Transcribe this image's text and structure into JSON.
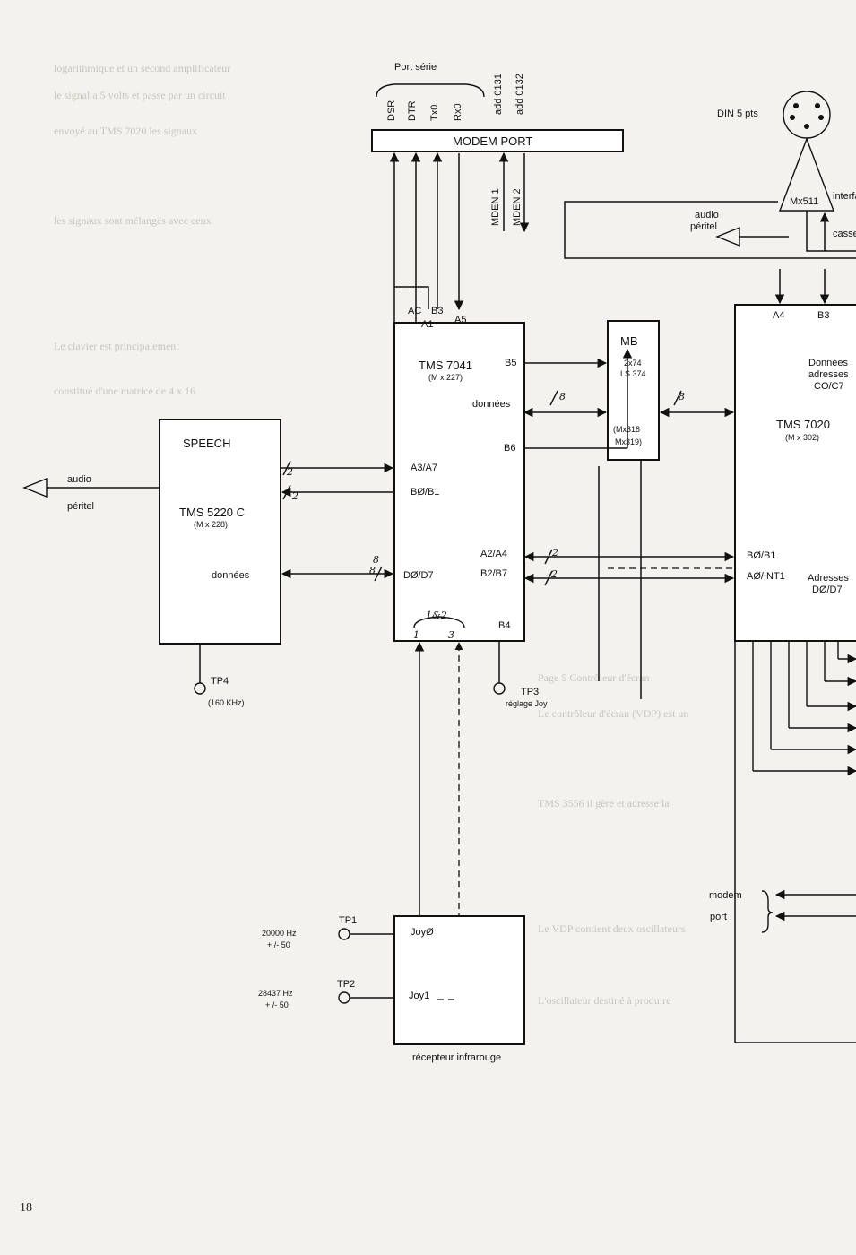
{
  "page_number": "18",
  "port_serie": {
    "title": "Port série",
    "pins": [
      "DSR",
      "DTR",
      "Tx0",
      "Rx0",
      "add 0131",
      "add 0132"
    ]
  },
  "modem_port": {
    "label": "MODEM PORT",
    "lines": [
      "MDEN 1",
      "MDEN 2"
    ]
  },
  "tms7041": {
    "name": "TMS 7041",
    "part": "(M x 227)",
    "pins": {
      "ac": "AC",
      "b3": "B3",
      "a1": "A1",
      "a5": "A5",
      "b5": "B5",
      "donnees": "données",
      "b6": "B6",
      "a3a7": "A3/A7",
      "b0b1": "BØ/B1",
      "a2a4": "A2/A4",
      "b2b7": "B2/B7",
      "d0d7": "DØ/D7",
      "b4": "B4"
    },
    "bus_notes": [
      "8",
      "8",
      "2",
      "2"
    ],
    "joy_bus": {
      "n": "1&2",
      "a": "1",
      "b": "3"
    }
  },
  "speech": {
    "label": "SPEECH",
    "chip": "TMS 5220 C",
    "part": "(M x 228)",
    "donnees": "données",
    "bus_notes": [
      "2",
      "2",
      "8"
    ]
  },
  "audio_left": {
    "audio": "audio",
    "peritel": "péritel"
  },
  "tp4": {
    "label": "TP4",
    "freq": "(160 KHz)"
  },
  "tp3": {
    "label": "TP3",
    "desc": "réglage Joy"
  },
  "mb": {
    "label": "MB",
    "chip1": "2x74",
    "chip2": "LS 374",
    "mx1": "(Mx318",
    "mx2": "Mx319)",
    "bus_note": "8"
  },
  "din": {
    "label": "DIN 5 pts"
  },
  "mx511": {
    "label": "Mx511",
    "interface": "interfa",
    "cassette": "casset"
  },
  "audio_right": {
    "audio": "audio",
    "peritel": "péritel"
  },
  "tms7020": {
    "name": "TMS 7020",
    "part": "(M x 302)",
    "a4": "A4",
    "b3": "B3",
    "donnees1": "Données",
    "donnees2": "adresses",
    "donnees3": "CO/C7",
    "b0b1": "BØ/B1",
    "a0int1": "AØ/INT1",
    "adresses": "Adresses",
    "d0d7": "DØ/D7"
  },
  "modem_right": {
    "l1": "modem",
    "l2": "port"
  },
  "tp1": {
    "label": "TP1",
    "freq": "20000 Hz",
    "tol": "+ /- 50"
  },
  "tp2": {
    "label": "TP2",
    "freq": "28437 Hz",
    "tol": "+ /- 50"
  },
  "receiver": {
    "joy0": "JoyØ",
    "joy1": "Joy1",
    "label": "récepteur infrarouge"
  }
}
